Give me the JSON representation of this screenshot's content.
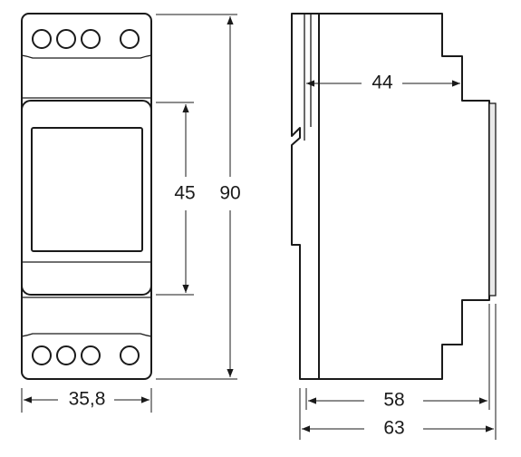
{
  "dimensions": {
    "width_label": "35,8",
    "window_height_label": "45",
    "total_height_label": "90",
    "rail_depth_label": "44",
    "body_depth_label": "58",
    "total_depth_label": "63"
  },
  "front_view": {
    "top_terminal_count": 4,
    "bottom_terminal_count": 4
  }
}
